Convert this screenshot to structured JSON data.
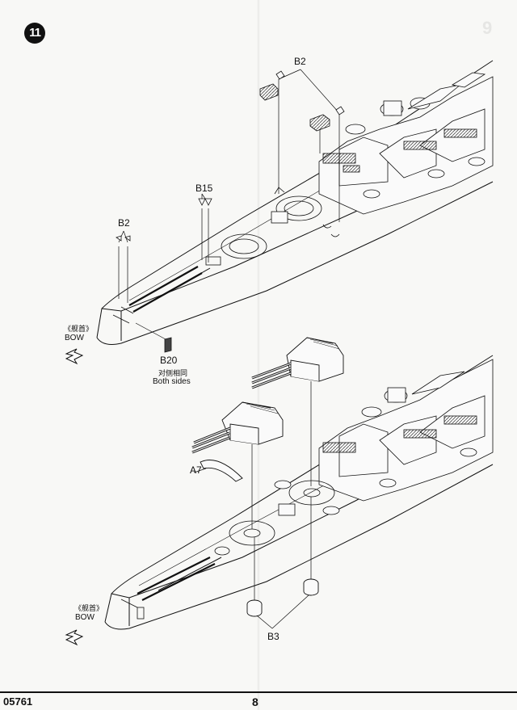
{
  "step": {
    "number": "11",
    "ghost": "9"
  },
  "callouts": {
    "b2_top": "B2",
    "b15": "B15",
    "b2_left": "B2",
    "b20": "B20",
    "both_sides_cn": "对侧相同",
    "both_sides_en": "Both sides",
    "a7": "A7",
    "b3": "B3"
  },
  "bow": {
    "cn": "《舰首》",
    "en": "BOW"
  },
  "footer": {
    "code": "05761",
    "page": "8"
  }
}
